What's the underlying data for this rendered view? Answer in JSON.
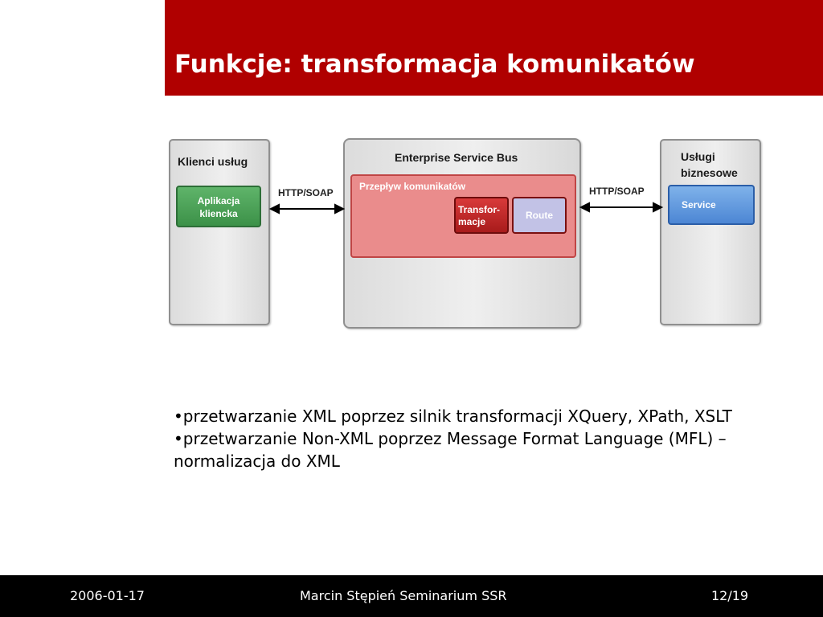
{
  "slide": {
    "title": "Funkcje: transformacja komunikatów",
    "colors": {
      "title_band": "#b00000",
      "footer": "#000000"
    }
  },
  "diagram": {
    "client_panel": {
      "title": "Klienci usług",
      "app_line1": "Aplikacja",
      "app_line2": "kliencka"
    },
    "esb_panel": {
      "title": "Enterprise Service Bus",
      "flow_label": "Przepływ komunikatów",
      "transform_line1": "Transfor-",
      "transform_line2": "macje",
      "route_label": "Route"
    },
    "business_panel": {
      "title_line1": "Usługi",
      "title_line2": "biznesowe",
      "service_label": "Service"
    },
    "left_protocol": "HTTP/SOAP",
    "right_protocol": "HTTP/SOAP"
  },
  "bullets": [
    "•przetwarzanie XML poprzez silnik transformacji XQuery, XPath, XSLT",
    "•przetwarzanie Non-XML poprzez Message Format Language (MFL) – normalizacja do XML"
  ],
  "footer": {
    "date": "2006-01-17",
    "author": "Marcin Stępień Seminarium SSR",
    "page": "12/19"
  }
}
